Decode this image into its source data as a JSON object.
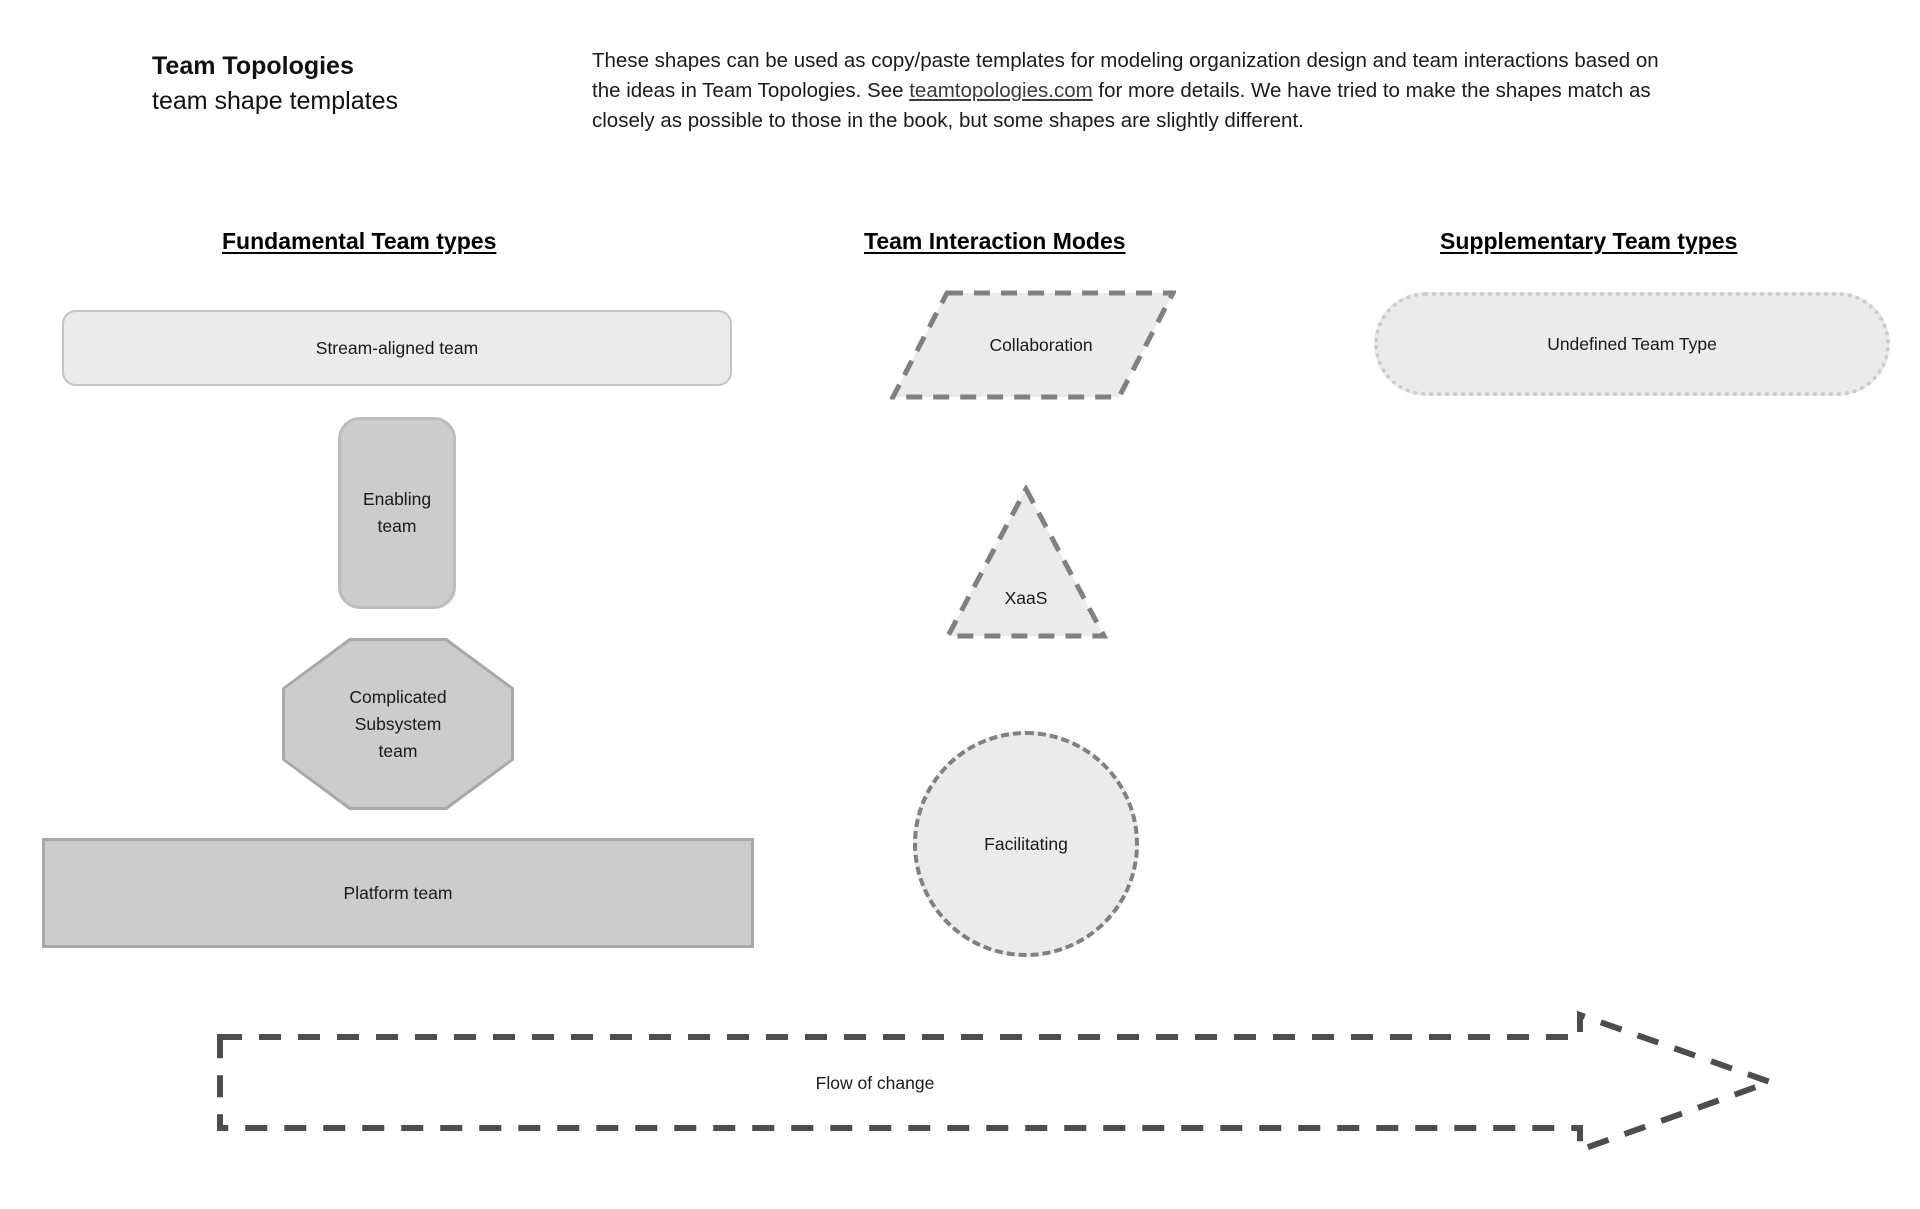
{
  "header": {
    "title_bold": "Team Topologies",
    "title_sub": "team shape templates",
    "description_part1": "These shapes can be used as copy/paste templates for modeling organization design and team interactions based on the ideas in Team Topologies. See ",
    "description_link": "teamtopologies.com",
    "description_part2": " for more details. We have tried to make the shapes match as closely as possible to those in the book, but some shapes are slightly different."
  },
  "columns": {
    "fundamental_heading": "Fundamental Team types",
    "interaction_heading": "Team Interaction Modes",
    "supplementary_heading": "Supplementary Team types"
  },
  "shapes": {
    "stream_aligned": "Stream-aligned team",
    "enabling": "Enabling\nteam",
    "complicated_subsystem": "Complicated\nSubsystem\nteam",
    "platform": "Platform team",
    "collaboration": "Collaboration",
    "xaas": "XaaS",
    "facilitating": "Facilitating",
    "undefined_team_type": "Undefined Team Type",
    "flow_of_change": "Flow of change"
  },
  "colors": {
    "fill_light": "#ebebeb",
    "fill_dark": "#cccccc",
    "stroke_light": "#c4c4c4",
    "stroke_dark": "#a8a8a8",
    "stroke_dashed": "#808080",
    "stroke_dotted": "#cbcbcb",
    "text": "#1a1a1a",
    "background": "#ffffff"
  }
}
